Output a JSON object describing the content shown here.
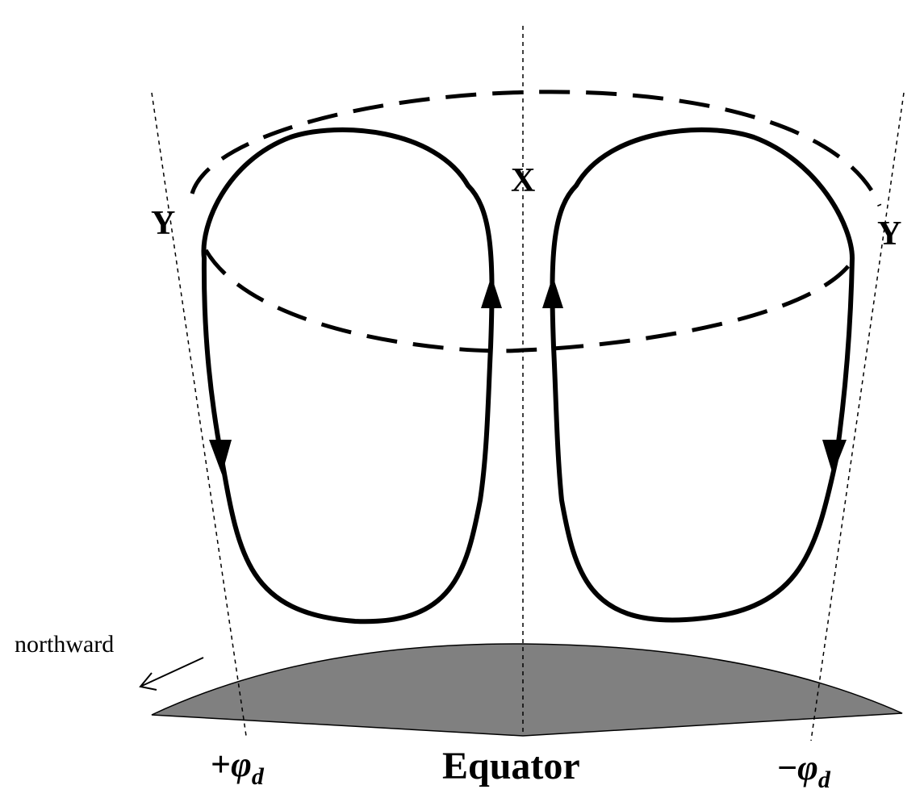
{
  "labels": {
    "x_point": "X",
    "y_left": "Y",
    "y_right": "Y",
    "equator": "Equator",
    "plus_phi_sign": "+",
    "minus_phi_sign": "−",
    "phi_symbol": "φ",
    "phi_subscript": "d",
    "northward": "northward"
  },
  "colors": {
    "line": "#000000",
    "earth_fill": "#808080",
    "background": "#ffffff"
  }
}
